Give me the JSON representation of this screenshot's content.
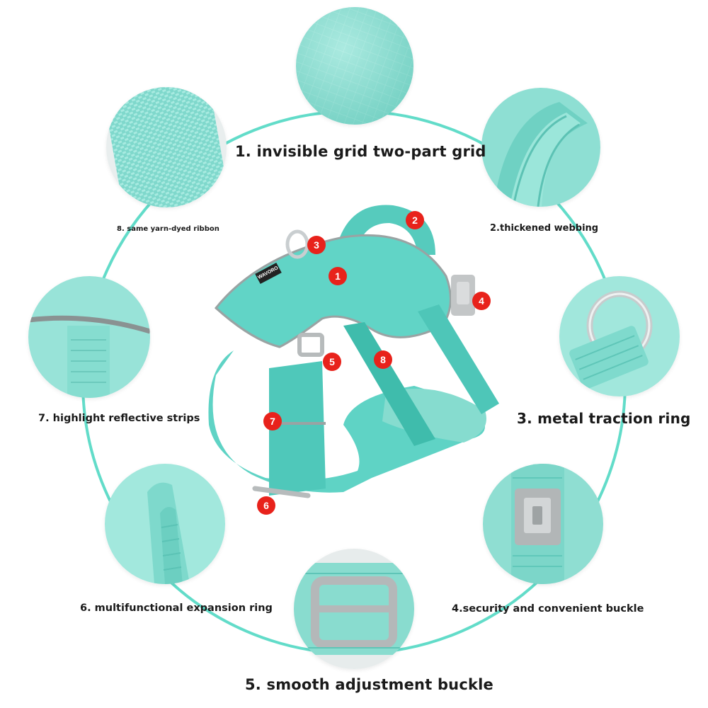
{
  "colors": {
    "accent_ring": "#62dcc9",
    "harness_main": "#5fd3c5",
    "harness_dark": "#46bfb0",
    "reflective": "#9aa3a3",
    "buckle_gray": "#b9bcbd",
    "marker_red": "#e8221b"
  },
  "features": [
    {
      "number": "1",
      "label": "1. invisible grid two-part grid",
      "image": "ripstop-fabric-closeup"
    },
    {
      "number": "2",
      "label": "2.thickened webbing",
      "image": "padded-handle-closeup"
    },
    {
      "number": "3",
      "label": "3. metal traction ring",
      "image": "metal-d-ring-closeup"
    },
    {
      "number": "4",
      "label": "4.security and convenient buckle",
      "image": "side-release-buckle-closeup"
    },
    {
      "number": "5",
      "label": "5. smooth adjustment buckle",
      "image": "slide-adjuster-closeup"
    },
    {
      "number": "6",
      "label": "6. multifunctional expansion ring",
      "image": "webbing-loop-closeup"
    },
    {
      "number": "7",
      "label": "7. highlight reflective strips",
      "image": "reflective-strip-closeup"
    },
    {
      "number": "8",
      "label": "8. same yarn-dyed ribbon",
      "image": "woven-ribbon-closeup"
    }
  ],
  "product": {
    "image": "dog-harness-mint-green",
    "brand_tag": "WAVORO"
  }
}
